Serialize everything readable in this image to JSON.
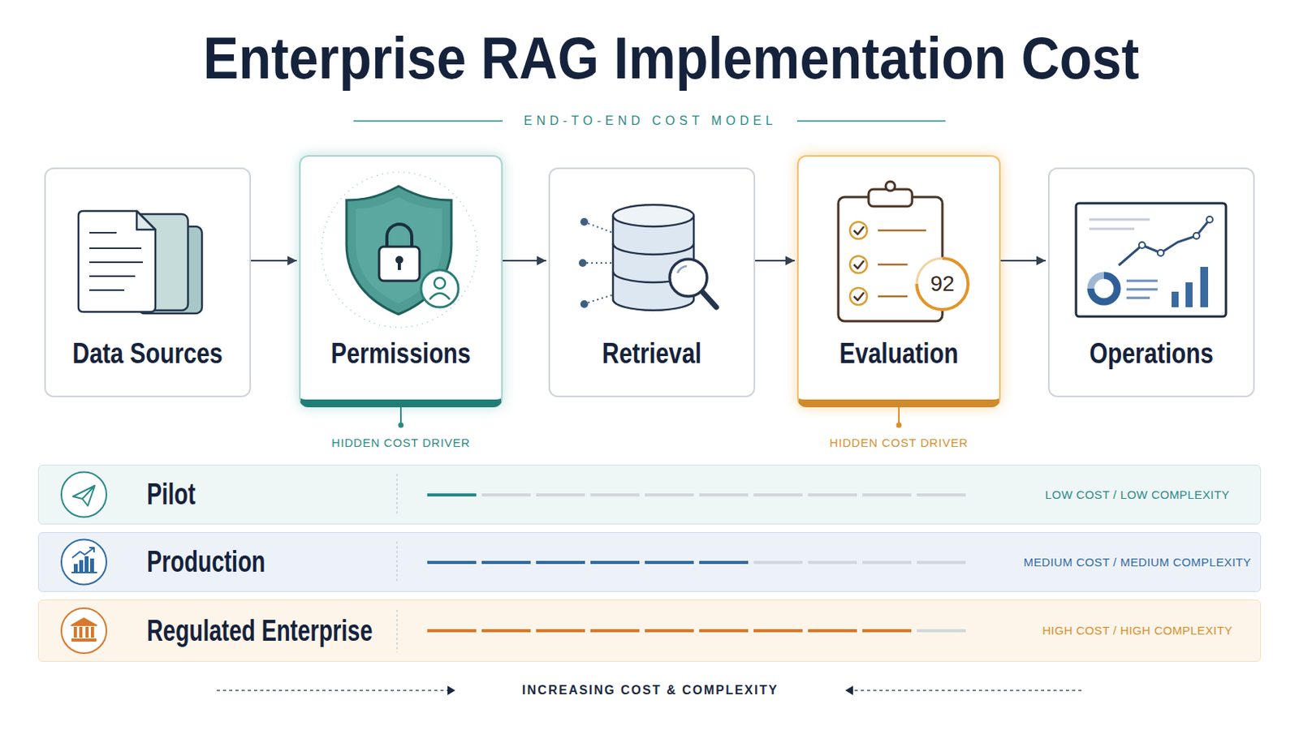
{
  "diagram": {
    "title": "Enterprise RAG Implementation Cost",
    "nodes": [
      {
        "text": [
          "Data Sources"
        ]
      },
      {
        "text": [
          "Permissions",
          "HIDDEN COST DRIVER"
        ]
      },
      {
        "text": [
          "Retrieval"
        ]
      },
      {
        "text": [
          "Evaluation",
          "HIDDEN COST DRIVER"
        ]
      },
      {
        "text": [
          "Operations"
        ]
      },
      {
        "text": [
          "Pilot",
          "LOW COST / LOW COMPLEXITY"
        ]
      },
      {
        "text": [
          "Production",
          "MEDIUM COST / MEDIUM COMPLEXITY"
        ]
      },
      {
        "text": [
          "Regulated Enterprise",
          "HIGH COST / HIGH COMPLEXITY"
        ]
      }
    ],
    "edges": [
      {
        "from": 0,
        "to": 1,
        "arrow": "to"
      },
      {
        "from": 1,
        "to": 2,
        "arrow": "to"
      },
      {
        "from": 2,
        "to": 3,
        "arrow": "to"
      },
      {
        "from": 3,
        "to": 4,
        "arrow": "to"
      }
    ],
    "labels": [
      "END-TO-END COST MODEL",
      "92",
      "INCREASING COST & COMPLEXITY"
    ]
  }
}
